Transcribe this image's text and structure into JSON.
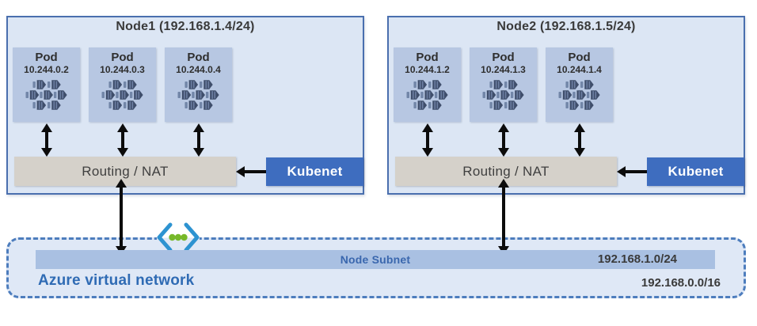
{
  "nodes": [
    {
      "title": "Node1 (192.168.1.4/24)",
      "routing_label": "Routing / NAT",
      "kubenet_label": "Kubenet",
      "pods": [
        {
          "label": "Pod",
          "ip": "10.244.0.2"
        },
        {
          "label": "Pod",
          "ip": "10.244.0.3"
        },
        {
          "label": "Pod",
          "ip": "10.244.0.4"
        }
      ]
    },
    {
      "title": "Node2 (192.168.1.5/24)",
      "routing_label": "Routing / NAT",
      "kubenet_label": "Kubenet",
      "pods": [
        {
          "label": "Pod",
          "ip": "10.244.1.2"
        },
        {
          "label": "Pod",
          "ip": "10.244.1.3"
        },
        {
          "label": "Pod",
          "ip": "10.244.1.4"
        }
      ]
    }
  ],
  "vnet": {
    "label": "Azure virtual network",
    "cidr": "192.168.0.0/16",
    "subnet": {
      "label": "Node Subnet",
      "cidr": "192.168.1.0/24"
    }
  },
  "icons": {
    "pod_icon": "container-cluster-icon",
    "vnet_icon": "azure-virtual-network-icon"
  },
  "colors": {
    "node_fill": "#dce6f4",
    "node_border": "#4a6fae",
    "pod_fill": "#b7c7e2",
    "routing_fill": "#d5d1ca",
    "kubenet_fill": "#3e6dbf",
    "subnet_bar_fill": "#a9c0e2",
    "vnet_fill": "#dfe8f6",
    "vnet_border": "#4d7dbd",
    "vnet_label_blue": "#2f6bb4",
    "subnet_label_blue": "#3a67ae",
    "icon_container_dark": "#3f4e6b",
    "icon_container_light": "#7286a8",
    "icon_dot_green": "#76b82a",
    "icon_chevron_blue": "#2d93d1",
    "arrow_black": "#0c0c0c"
  }
}
